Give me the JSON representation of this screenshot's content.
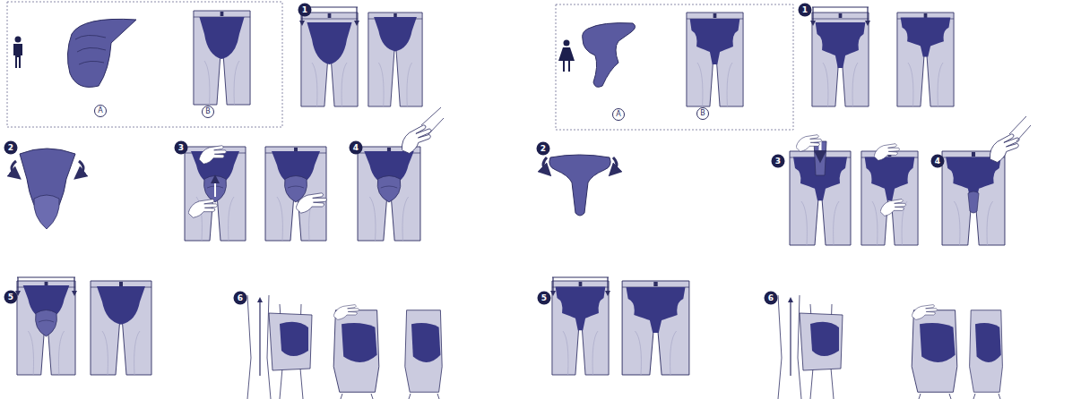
{
  "diagram": {
    "labels": [
      "A",
      "B",
      "1",
      "2",
      "3",
      "4",
      "5",
      "6",
      "A",
      "B",
      "1",
      "2",
      "3",
      "4",
      "5",
      "6"
    ]
  }
}
